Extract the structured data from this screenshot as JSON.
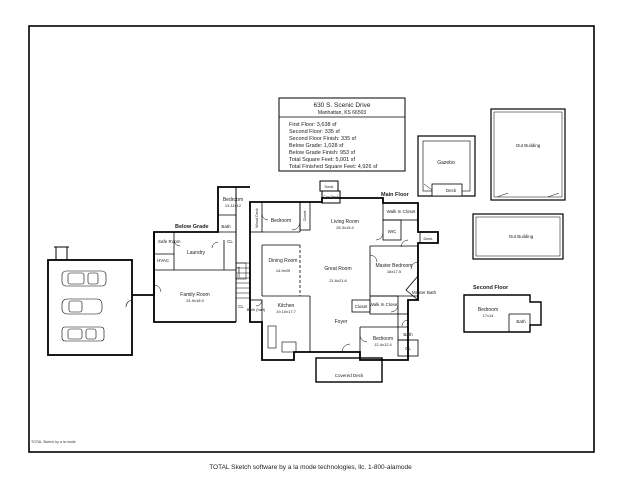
{
  "info": {
    "address": "630 S. Scenic Drive",
    "city": "Manhattan, KS 66503",
    "lines": [
      "First Floor: 3,638 sf",
      "Second Floor: 335 sf",
      "Second Floor Finish: 335 sf",
      "Below Grade: 1,028 sf",
      "Below Grade Finish: 953 sf",
      "Total Square Feet: 5,001 sf",
      "Total Finished Square Feet: 4,926 sf"
    ]
  },
  "sections": {
    "main_floor": "Main Floor",
    "below_grade": "Below Grade",
    "second_floor": "Second Floor"
  },
  "outbuildings": {
    "gazebo": "Gazebo",
    "deck": "Deck",
    "out_building_1": "Out Building",
    "out_building_2": "Out Building"
  },
  "rooms": {
    "bedroom_bg": "Bedroom",
    "bedroom_bg_dim": "13.11x12",
    "bath_bg": "Bath",
    "safe_room": "Safe Room",
    "hvac": "HVAC",
    "laundry": "Laundry",
    "cl": "CL",
    "family_room": "Family Room",
    "family_room_dim": "24.9x18.9",
    "bath_half": "Bath (half)",
    "bedroom_main": "Bedroom",
    "wood_deck": "Wood Deck",
    "closet": "Closet",
    "deck": "Deck",
    "cov_deck": "Cov Deck",
    "living_room": "Living Room",
    "living_room_dim": "25.3x15.4",
    "walk_in_closet": "Walk In Closet",
    "wic": "WIC",
    "dining_room": "Dining Room",
    "dining_room_dim": "14.9x09",
    "great_room": "Great Room",
    "great_room_dim": "21.6x21.6",
    "master_bedroom": "Master Bedroom",
    "master_bedroom_dim": "18x17.5",
    "master_bath": "Master Bath",
    "kitchen": "Kitchen",
    "kitchen_dim": "19.10x17.7",
    "foyer": "Foyer",
    "bath": "Bath",
    "bedroom_front": "Bedroom",
    "bedroom_front_dim": "12.4x12.4",
    "covered_deck": "Covered Deck",
    "bedroom_second": "Bedroom",
    "bedroom_second_dim": "17x14",
    "bath_second": "Bath"
  },
  "footer": "TOTAL Sketch software by a la mode technologies, llc. 1-800-alamode",
  "credit": "TOTAL Sketch by a la mode"
}
